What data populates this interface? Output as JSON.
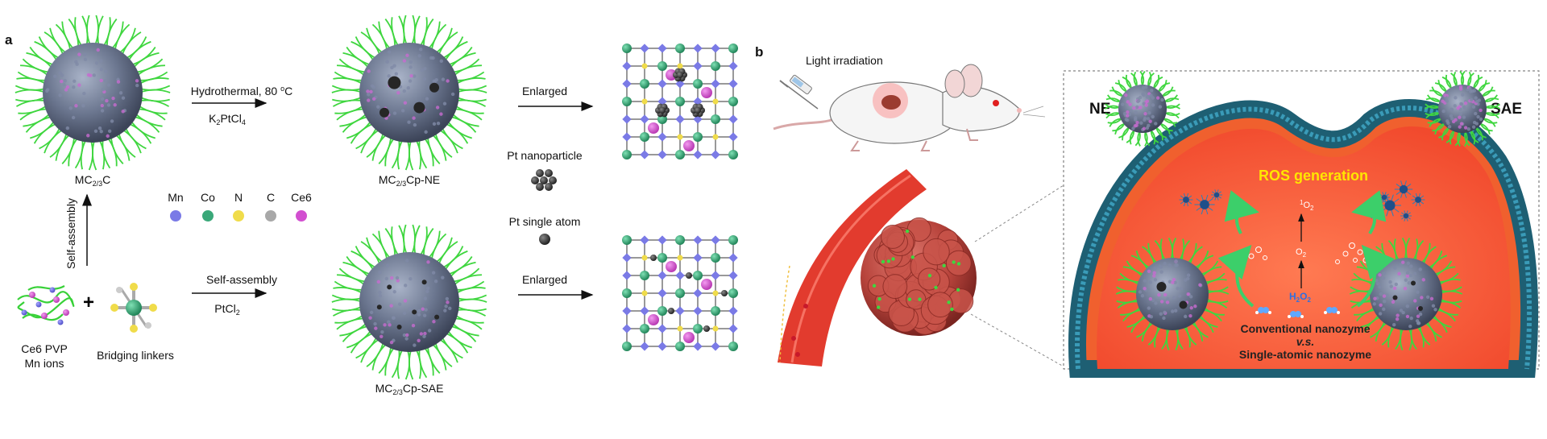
{
  "panel_a": {
    "label": "a",
    "mc23c_label": "MC2/3C",
    "mc23c_label_sub": "2/3",
    "ne_label": "MC2/3Cp-NE",
    "sae_label": "MC2/3Cp-SAE",
    "hydrothermal_line1": "Hydrothermal, 80 °C",
    "hydrothermal_line2": "K2PtCl4",
    "selfassembly_line1": "Self-assembly",
    "selfassembly_line2": "PtCl2",
    "enlarged_top": "Enlarged",
    "enlarged_bottom": "Enlarged",
    "pt_nanoparticle": "Pt nanoparticle",
    "pt_single_atom": "Pt single atom",
    "vertical_arrow": "Self-assembly",
    "ce6_pvp": "Ce6 PVP",
    "mn_ions": "Mn ions",
    "bridging_linkers": "Bridging linkers",
    "plus": "+",
    "legend": [
      {
        "name": "Mn",
        "color": "#7a7ae6"
      },
      {
        "name": "Co",
        "color": "#3aa879"
      },
      {
        "name": "N",
        "color": "#f0dc4a"
      },
      {
        "name": "C",
        "color": "#a8a8a8"
      },
      {
        "name": "Ce6",
        "color": "#d24fd0"
      }
    ]
  },
  "panel_b": {
    "label": "b",
    "light": "Light irradiation",
    "ne": "NE",
    "sae": "SAE",
    "ros": "ROS generation",
    "singlet_o2": "¹O2",
    "o2": "O2",
    "h2o2": "H2O2",
    "conventional": "Conventional nanozyme",
    "vs": "v.s.",
    "single_atomic": "Single-atomic nanozyme"
  }
}
